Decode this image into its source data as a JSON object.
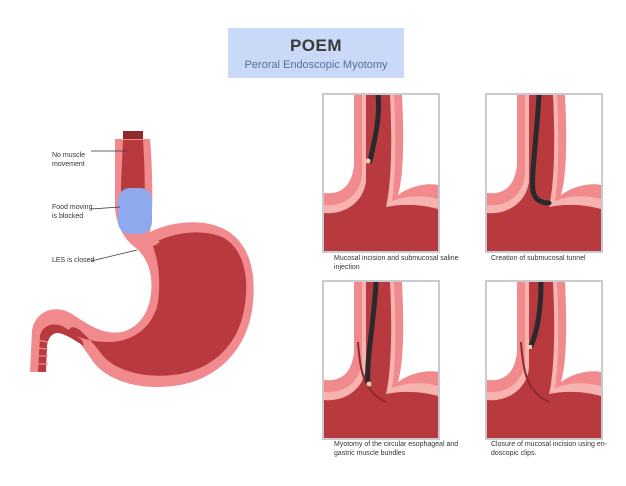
{
  "header": {
    "title": "POEM",
    "subtitle": "Peroral Endoscopic Myotomy"
  },
  "labels": {
    "no_muscle": "No muscle movement",
    "food_blocked": "Food moving is blocked",
    "les_closed": "LES is closed"
  },
  "panels": [
    {
      "caption": "Mucosal incision and submucosal saline injection"
    },
    {
      "caption": "Creation of submucosal tunnel"
    },
    {
      "caption": "Myotomy of the circular esophageal and gastric muscle bundles"
    },
    {
      "caption": "Closure of mucosal incision using en-doscopic clips."
    }
  ],
  "colors": {
    "tissue_dark": "#b83a3f",
    "tissue_outer": "#f08a8d",
    "tissue_mucosa": "#f7b3b0",
    "food": "#8fa9ee",
    "scope": "#2a2a2e",
    "header_bg": "#c9d9f7"
  }
}
